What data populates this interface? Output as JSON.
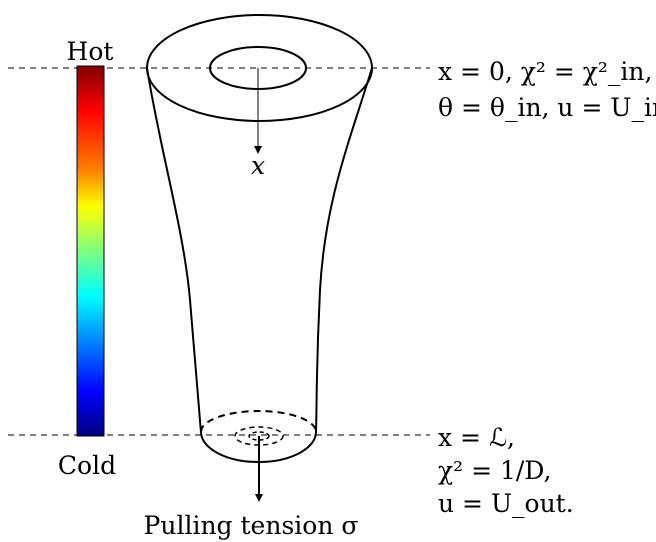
{
  "labels": {
    "hot": "Hot",
    "cold": "Cold",
    "axis_var": "x",
    "tension": "Pulling tension σ"
  },
  "inlet_conditions": {
    "line1": "x = 0, χ² = χ²_in,",
    "line2": "θ = θ_in, u = U_in."
  },
  "outlet_conditions": {
    "line1": "x = ℒ,",
    "line2": "χ² = 1/D,",
    "line3": "u = U_out."
  },
  "colorbar": {
    "top": "Hot",
    "bottom": "Cold",
    "colormap": [
      "#7f0000",
      "#ff0000",
      "#ff7f00",
      "#ffff00",
      "#7fff7f",
      "#00ffff",
      "#007fff",
      "#0000ff",
      "#00007f"
    ]
  },
  "colors": {
    "stroke": "#000000",
    "background": "#ffffff"
  }
}
